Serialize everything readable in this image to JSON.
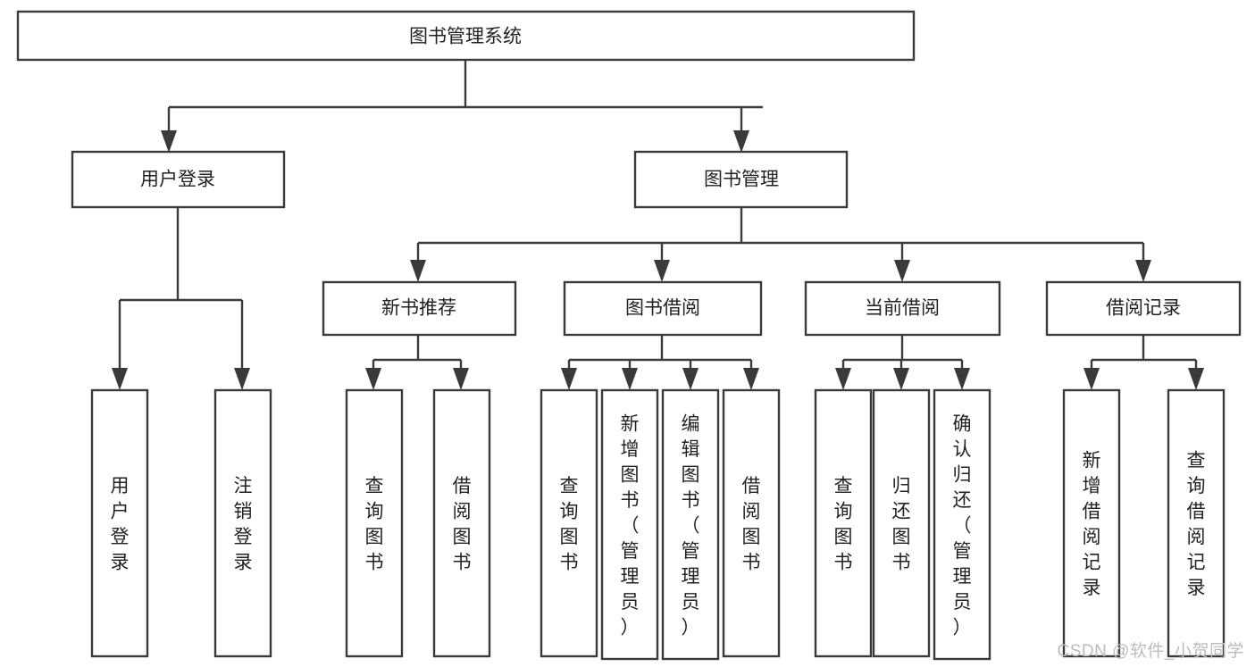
{
  "diagram": {
    "type": "tree-hierarchy",
    "title": "图书管理系统",
    "orientation": "top-down",
    "watermark": "CSDN @软件_小贺同学",
    "colors": {
      "stroke": "#3a3a3a",
      "fill": "#ffffff",
      "text": "#222222",
      "watermark": "#bcbcbc"
    },
    "root": {
      "id": "root",
      "label": "图书管理系统"
    },
    "level1": [
      {
        "id": "user-login",
        "label": "用户登录"
      },
      {
        "id": "book-manage",
        "label": "图书管理"
      }
    ],
    "level2": [
      {
        "id": "new-book-recommend",
        "label": "新书推荐",
        "parent": "book-manage"
      },
      {
        "id": "book-borrow",
        "label": "图书借阅",
        "parent": "book-manage"
      },
      {
        "id": "current-borrow",
        "label": "当前借阅",
        "parent": "book-manage"
      },
      {
        "id": "borrow-record",
        "label": "借阅记录",
        "parent": "book-manage"
      }
    ],
    "leaves": [
      {
        "id": "leaf-user-login",
        "label": "用户登录",
        "parent": "user-login"
      },
      {
        "id": "leaf-user-logout",
        "label": "注销登录",
        "parent": "user-login"
      },
      {
        "id": "leaf-query-book-1",
        "label": "查询图书",
        "parent": "new-book-recommend"
      },
      {
        "id": "leaf-borrow-book-1",
        "label": "借阅图书",
        "parent": "new-book-recommend"
      },
      {
        "id": "leaf-query-book-2",
        "label": "查询图书",
        "parent": "book-borrow"
      },
      {
        "id": "leaf-add-book",
        "label": "新增图书（管理员）",
        "parent": "book-borrow"
      },
      {
        "id": "leaf-edit-book",
        "label": "编辑图书（管理员）",
        "parent": "book-borrow"
      },
      {
        "id": "leaf-borrow-book-2",
        "label": "借阅图书",
        "parent": "book-borrow"
      },
      {
        "id": "leaf-query-book-3",
        "label": "查询图书",
        "parent": "current-borrow"
      },
      {
        "id": "leaf-return-book",
        "label": "归还图书",
        "parent": "current-borrow"
      },
      {
        "id": "leaf-confirm-return",
        "label": "确认归还（管理员）",
        "parent": "current-borrow"
      },
      {
        "id": "leaf-add-record",
        "label": "新增借阅记录",
        "parent": "borrow-record"
      },
      {
        "id": "leaf-query-record",
        "label": "查询借阅记录",
        "parent": "borrow-record"
      }
    ]
  }
}
